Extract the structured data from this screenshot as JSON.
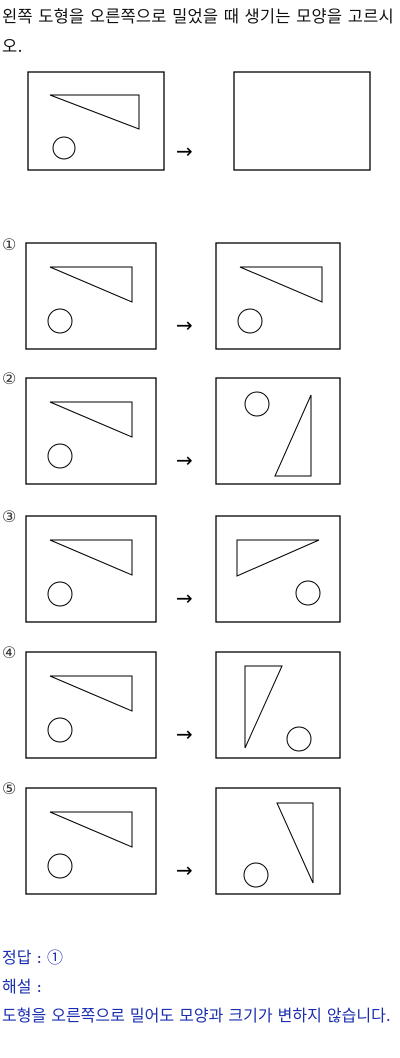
{
  "question": {
    "text": "왼쪽 도형을 오른쪽으로 밀었을 때 생기는 모양을 고르시오."
  },
  "arrow": "→",
  "options": [
    {
      "label": "①"
    },
    {
      "label": "②"
    },
    {
      "label": "③"
    },
    {
      "label": "④"
    },
    {
      "label": "⑤"
    }
  ],
  "answer": {
    "prefix": "정답 :",
    "value": "①",
    "explanation_label": "해설 :",
    "explanation": "도형을 오른쪽으로 밀어도 모양과 크기가 변하지 않습니다."
  },
  "colors": {
    "answer_text": "#1a2fb0",
    "stroke": "#000000"
  }
}
